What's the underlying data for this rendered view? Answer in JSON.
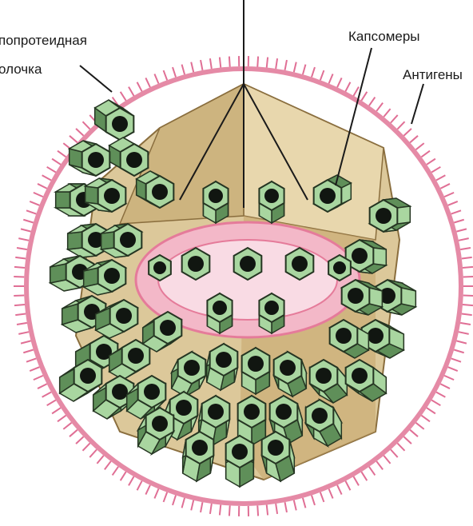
{
  "labels": {
    "envelope_line1": "попротеидная",
    "envelope_line2": "олочка",
    "capsomeres": "Капсомеры",
    "antigens": "Антигены"
  },
  "colors": {
    "membrane": "#e58aa6",
    "spikes": "#e06f95",
    "capsid_face": "#dcc89a",
    "capsid_shadow": "#b89a63",
    "capsomere": "#a9d6a0",
    "capsomere_dark": "#5f8f59",
    "capsomere_outline": "#253522",
    "hole": "#111611",
    "inner_ring": "#ef9db3",
    "leader_line": "#1a1a1a"
  },
  "icons": [
    "capsomere-hexagon",
    "antigen-spike"
  ]
}
